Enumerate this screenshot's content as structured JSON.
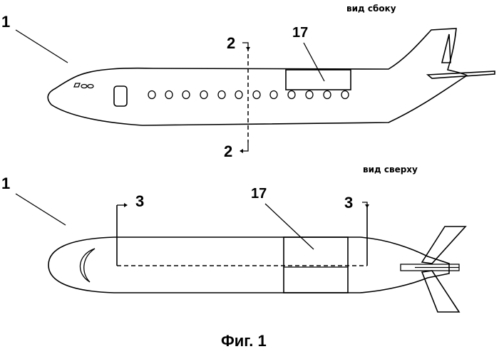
{
  "labels": {
    "side_view": "вид сбоку",
    "top_view": "вид сверху",
    "ref_aircraft_side": "1",
    "ref_aircraft_top": "1",
    "section_2_top": "2",
    "section_2_bottom": "2",
    "ref_17_side": "17",
    "ref_17_top": "17",
    "section_3_left": "3",
    "section_3_right": "3",
    "caption": "Фиг. 1"
  }
}
